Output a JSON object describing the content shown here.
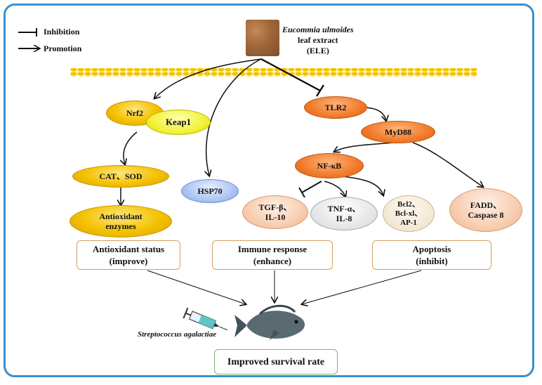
{
  "legend": {
    "inhibition": "Inhibition",
    "promotion": "Promotion"
  },
  "ele": {
    "name_italic": "Eucommia ulmoides",
    "line2": "leaf extract",
    "line3": "(ELE)"
  },
  "nodes": {
    "nrf2": "Nrf2",
    "keap1": "Keap1",
    "cat_sod": "CAT、SOD",
    "antioxidant_enzymes_1": "Antioxidant",
    "antioxidant_enzymes_2": "enzymes",
    "hsp70": "HSP70",
    "tlr2": "TLR2",
    "myd88": "MyD88",
    "nfkb": "NF-κB",
    "tgf_1": "TGF-β、",
    "tgf_2": "IL-10",
    "tnf_1": "TNF-α、",
    "tnf_2": "IL-8",
    "bcl_1": "Bcl2、",
    "bcl_2": "Bcl-xl、",
    "bcl_3": "AP-1",
    "fadd_1": "FADD、",
    "fadd_2": "Caspase 8"
  },
  "outcomes": {
    "antioxidant_1": "Antioxidant status",
    "antioxidant_2": "(improve)",
    "immune_1": "Immune response",
    "immune_2": "(enhance)",
    "apoptosis_1": "Apoptosis",
    "apoptosis_2": "(inhibit)",
    "survival": "Improved survival rate",
    "pathogen": "Streptococcus agalactiae"
  },
  "colors": {
    "frame": "#3a8fd0",
    "membrane": "#f2c400",
    "node_orange": "#f07b2a",
    "node_yellow": "#f3c100"
  },
  "icons": {
    "extract": "leaf-extract-powder-icon",
    "syringe": "syringe-icon",
    "fish": "tilapia-fish-icon"
  }
}
